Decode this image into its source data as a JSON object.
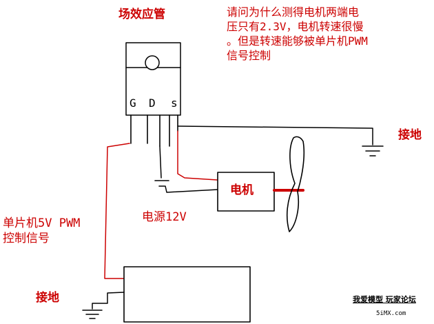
{
  "diagram": {
    "mosfet": {
      "name": "场效应管",
      "pins": {
        "g": "G",
        "d": "D",
        "s": "s"
      }
    },
    "question": {
      "lines": [
        "请问为什么测得电机两端电",
        "压只有2.3V，电机转速很慢",
        "。但是转速能够被单片机PWM",
        "信号控制"
      ]
    },
    "motor_label": "电机",
    "power_label": "电源12V",
    "ground_labels": {
      "top_right": "接地",
      "bottom_left": "接地"
    },
    "mcu_signal_label": [
      "单片机5V PWM",
      "控制信号"
    ],
    "watermark": {
      "line1": "我爱模型 玩家论坛",
      "line2": "5iMX.com"
    },
    "colors": {
      "text_red": "#cc0000",
      "wire_black": "#000000",
      "wire_red": "#cc0000",
      "background": "#ffffff"
    }
  }
}
